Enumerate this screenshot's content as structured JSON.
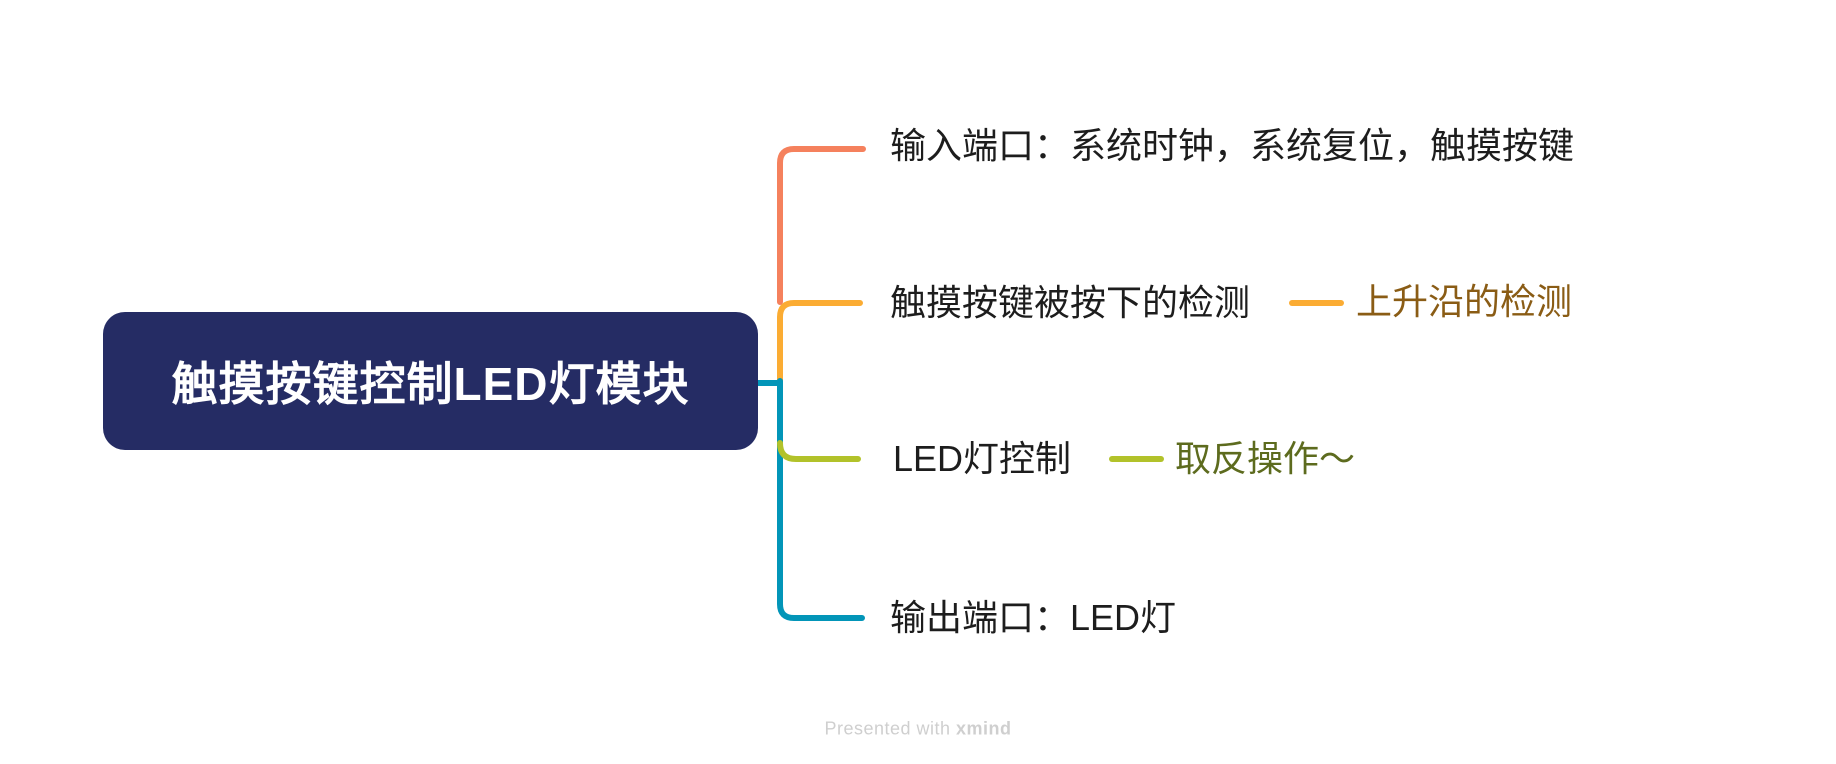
{
  "root": {
    "label": "触摸按键控制LED灯模块"
  },
  "branches": [
    {
      "label": "输入端口：系统时钟，系统复位，触摸按键",
      "color": "#f5815d"
    },
    {
      "label": "触摸按键被按下的检测",
      "color": "#fbac33",
      "child": {
        "label": "上升沿的检测",
        "text_color": "#8a5c15"
      }
    },
    {
      "label": "LED灯控制",
      "color": "#b2c22a",
      "child": {
        "label": "取反操作～",
        "text_color": "#5d6b1e"
      }
    },
    {
      "label": "输出端口：LED灯",
      "color": "#0295b8"
    }
  ],
  "colors": {
    "root_bg": "#252c64",
    "root_text": "#ffffff",
    "topic_text": "#1d1d1d",
    "root_connector": "#0295b8",
    "footer_text": "#cfcfcf"
  },
  "footer": {
    "prefix": "Presented with ",
    "brand": "xmind"
  }
}
